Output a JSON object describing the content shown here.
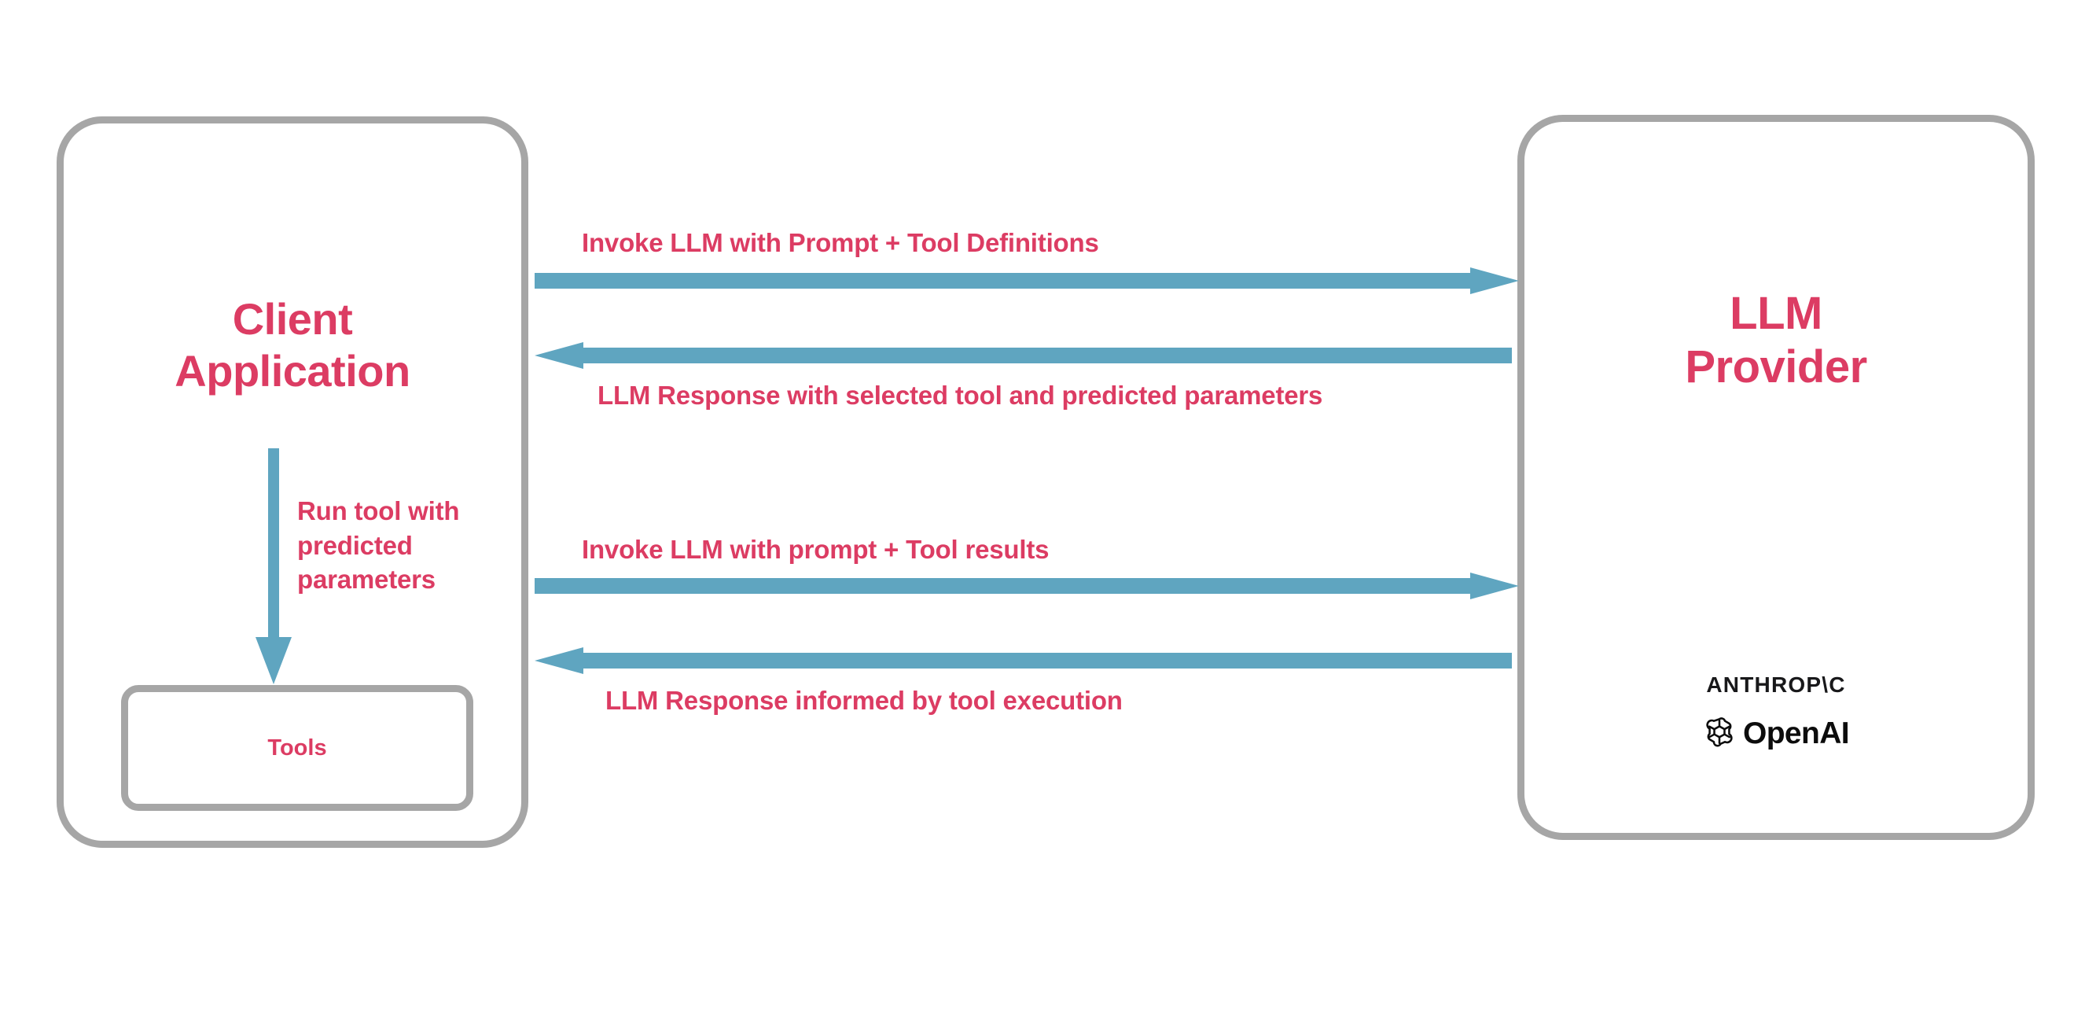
{
  "diagram": {
    "title": "LLM tool-calling sequence between client application and LLM provider",
    "colors": {
      "accent_text": "#dc3c63",
      "arrow": "#5fa5c0",
      "box_border": "#a6a6a6",
      "background": "#ffffff",
      "logo_text": "#18181a"
    },
    "nodes": {
      "client": {
        "title": "Client\nApplication",
        "tools_label": "Tools"
      },
      "provider": {
        "title": "LLM\nProvider",
        "brands": {
          "anthropic": "ANTHROP\\C",
          "openai": "OpenAI"
        }
      }
    },
    "messages": [
      {
        "label": "Invoke LLM with Prompt + Tool Definitions",
        "direction": "right",
        "from": "client",
        "to": "provider"
      },
      {
        "label": "LLM Response with selected tool and predicted parameters",
        "direction": "left",
        "from": "provider",
        "to": "client"
      },
      {
        "label": "Invoke LLM with prompt + Tool results",
        "direction": "right",
        "from": "client",
        "to": "provider"
      },
      {
        "label": "LLM Response informed by tool execution",
        "direction": "left",
        "from": "provider",
        "to": "client"
      }
    ],
    "internal_flow": {
      "label": "Run tool with\npredicted\nparameters",
      "direction": "down",
      "from": "client",
      "to": "tools"
    }
  }
}
